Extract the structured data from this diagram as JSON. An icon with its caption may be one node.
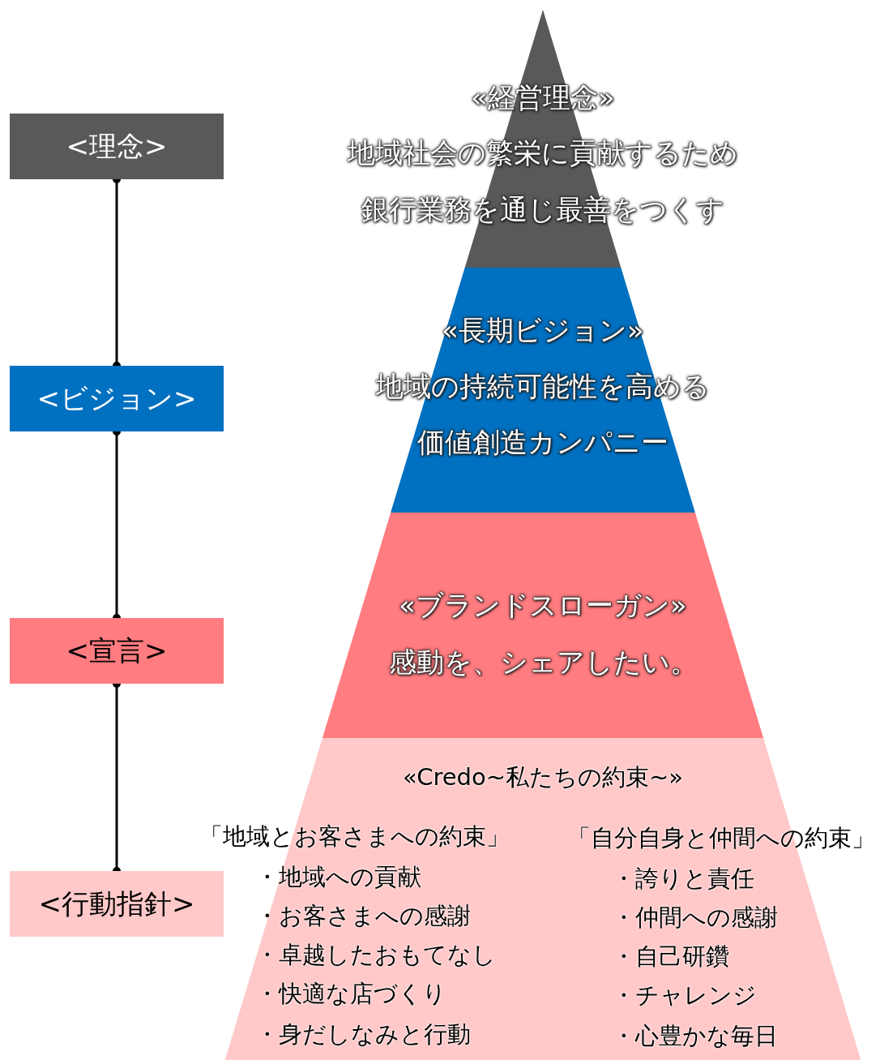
{
  "diagram": {
    "nodes": [
      {
        "text": [
          "<理念>"
        ]
      },
      {
        "text": [
          "<ビジョン>"
        ]
      },
      {
        "text": [
          "<宣言>"
        ]
      },
      {
        "text": [
          "<行動指針>"
        ]
      },
      {
        "text": [
          "«経営理念»",
          "地域社会の繁栄に貢献するため",
          "銀行業務を通じ最善をつくす"
        ]
      },
      {
        "text": [
          "«長期ビジョン»",
          "地域の持続可能性を高める",
          "価値創造カンパニー"
        ]
      },
      {
        "text": [
          "«ブランドスローガン»",
          "感動を、シェアしたい。"
        ]
      },
      {
        "text": [
          "«Credo~私たちの約束~»",
          "「地域とお客さまへの約束」",
          "・地域への貢献",
          "・お客さまへの感謝",
          "・卓越したおもてなし",
          "・快適な店づくり",
          "・身だしなみと行動",
          "「自分自身と仲間への約束」",
          "・誇りと責任",
          "・仲間への感謝",
          "・自己研鑽",
          "・チャレンジ",
          "・心豊かな毎日"
        ]
      }
    ],
    "edges": [
      {
        "from": 0,
        "to": 1,
        "arrow": "other"
      },
      {
        "from": 1,
        "to": 2,
        "arrow": "other"
      },
      {
        "from": 2,
        "to": 3,
        "arrow": "other"
      }
    ]
  }
}
